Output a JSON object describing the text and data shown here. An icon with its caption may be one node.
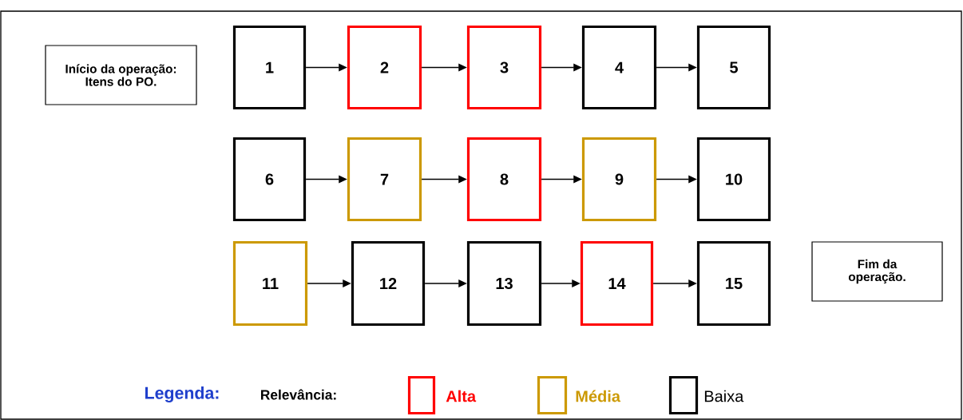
{
  "diagram": {
    "nodes": [
      {
        "text": [
          "Início da operação: Itens do PO."
        ]
      },
      {
        "text": [
          "1"
        ]
      },
      {
        "text": [
          "2"
        ]
      },
      {
        "text": [
          "3"
        ]
      },
      {
        "text": [
          "4"
        ]
      },
      {
        "text": [
          "5"
        ]
      },
      {
        "text": [
          "6"
        ]
      },
      {
        "text": [
          "7"
        ]
      },
      {
        "text": [
          "8"
        ]
      },
      {
        "text": [
          "9"
        ]
      },
      {
        "text": [
          "10"
        ]
      },
      {
        "text": [
          "11"
        ]
      },
      {
        "text": [
          "12"
        ]
      },
      {
        "text": [
          "13"
        ]
      },
      {
        "text": [
          "14"
        ]
      },
      {
        "text": [
          "15"
        ]
      },
      {
        "text": [
          "Fim da operação."
        ]
      }
    ],
    "edges": [
      {
        "from": 1,
        "to": 2,
        "arrow": "to"
      },
      {
        "from": 2,
        "to": 3,
        "arrow": "to"
      },
      {
        "from": 3,
        "to": 4,
        "arrow": "to"
      },
      {
        "from": 4,
        "to": 5,
        "arrow": "to"
      },
      {
        "from": 6,
        "to": 7,
        "arrow": "to"
      },
      {
        "from": 7,
        "to": 8,
        "arrow": "to"
      },
      {
        "from": 8,
        "to": 9,
        "arrow": "to"
      },
      {
        "from": 9,
        "to": 10,
        "arrow": "to"
      },
      {
        "from": 11,
        "to": 12,
        "arrow": "to"
      },
      {
        "from": 12,
        "to": 13,
        "arrow": "to"
      },
      {
        "from": 13,
        "to": 14,
        "arrow": "to"
      },
      {
        "from": 14,
        "to": 15,
        "arrow": "to"
      }
    ],
    "labels": [
      "Legenda:",
      "Relevância:"
    ],
    "legend": [
      {
        "text": "Alta",
        "color": "#ff0000"
      },
      {
        "text": "Média",
        "color": "#cc9900"
      },
      {
        "text": "Baixa"
      }
    ]
  }
}
